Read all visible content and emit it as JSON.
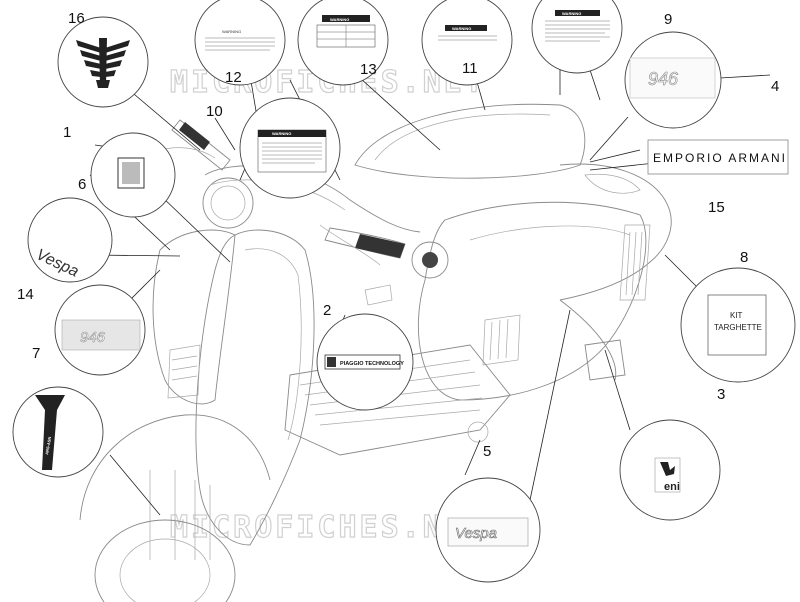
{
  "watermark": {
    "text": "MICROFICHES.NET"
  },
  "callouts": [
    {
      "number": "1"
    },
    {
      "number": "2"
    },
    {
      "number": "3"
    },
    {
      "number": "4"
    },
    {
      "number": "5"
    },
    {
      "number": "6"
    },
    {
      "number": "7"
    },
    {
      "number": "8"
    },
    {
      "number": "9"
    },
    {
      "number": "10"
    },
    {
      "number": "11"
    },
    {
      "number": "12"
    },
    {
      "number": "13"
    },
    {
      "number": "14"
    },
    {
      "number": "15"
    },
    {
      "number": "16"
    }
  ],
  "decals": {
    "emporio_armani": "EMPORIO ARMANI",
    "kit_targhette": [
      "KIT",
      "TARGHETTE"
    ],
    "eni": "eni",
    "piaggio_tech": "PIAGGIO TECHNOLOGY",
    "warning": "WARNING",
    "vespa": "Vespa",
    "model_946": "946",
    "side_strip": "ARS-ASN"
  },
  "colors": {
    "line": "#8a8a8a",
    "ink": "#222222",
    "watermark": "#d0d0d0"
  }
}
